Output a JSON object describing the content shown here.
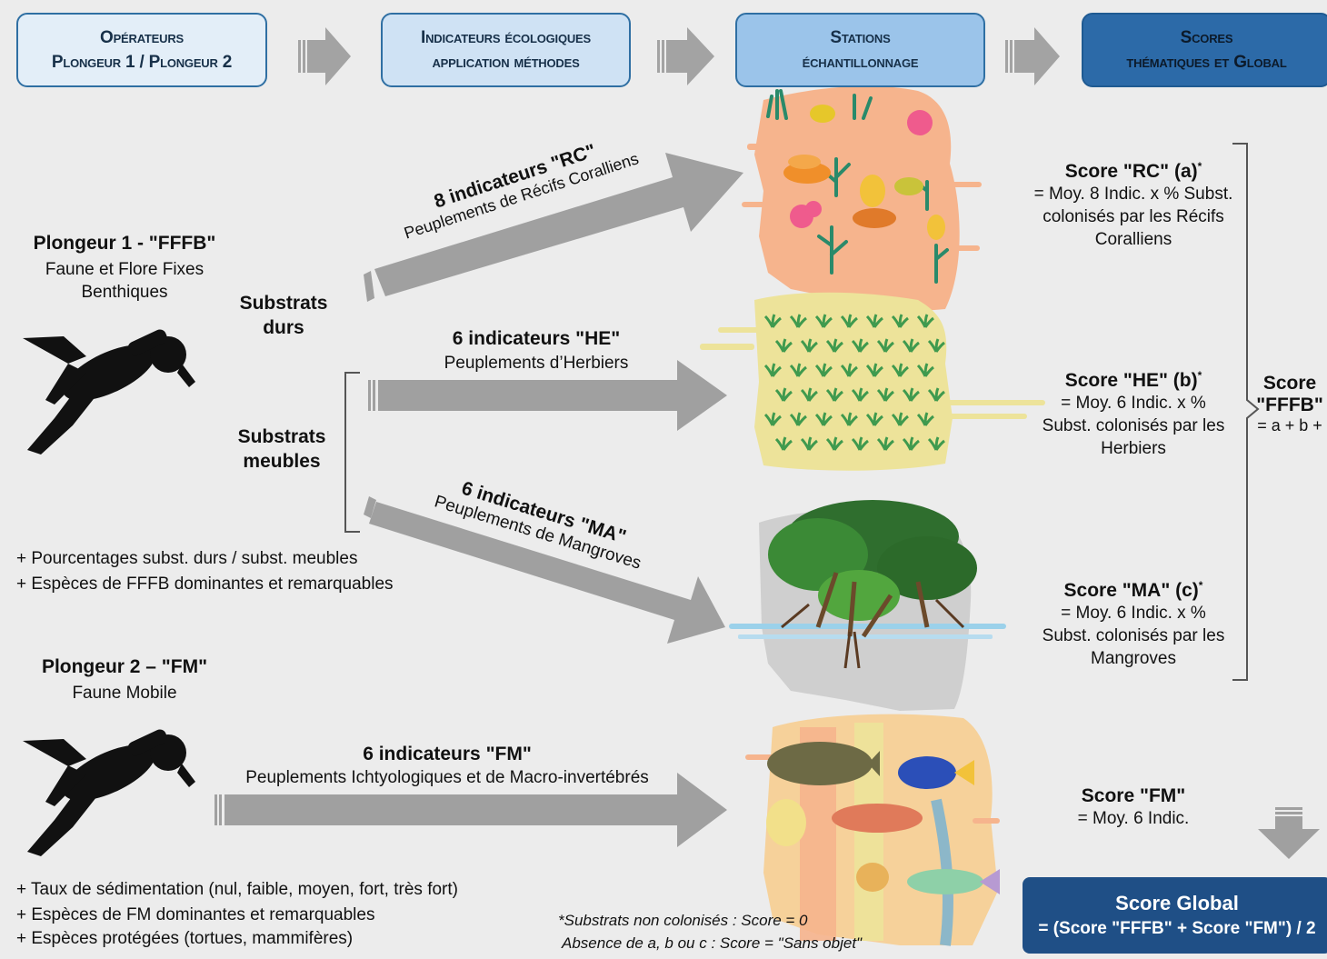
{
  "header": {
    "operateurs": {
      "line1": "Opérateurs",
      "line2": "Plongeur 1 / Plongeur 2"
    },
    "indicateurs": {
      "line1": "Indicateurs écologiques",
      "line2": "application méthodes"
    },
    "stations": {
      "line1": "Stations",
      "line2": "échantillonnage"
    },
    "scores": {
      "line1": "Scores",
      "line2": "thématiques et Global"
    }
  },
  "plongeur1": {
    "title": "Plongeur 1 - \"FFFB\"",
    "sub1": "Faune et Flore Fixes",
    "sub2": "Benthiques"
  },
  "substrats_durs": {
    "line1": "Substrats",
    "line2": "durs"
  },
  "substrats_meubles": {
    "line1": "Substrats",
    "line2": "meubles"
  },
  "notes1": [
    "+ Pourcentages subst. durs / subst. meubles",
    "+ Espèces de FFFB dominantes et remarquables"
  ],
  "plongeur2": {
    "title": "Plongeur 2 – \"FM\"",
    "sub": "Faune Mobile"
  },
  "notes2": [
    "+ Taux de sédimentation (nul, faible, moyen, fort, très fort)",
    "+ Espèces de FM dominantes et remarquables",
    "+ Espèces protégées (tortues, mammifères)"
  ],
  "arrows": {
    "rc": {
      "title": "8 indicateurs \"RC\"",
      "sub": "Peuplements de Récifs Coralliens"
    },
    "he": {
      "title": "6 indicateurs \"HE\"",
      "sub": "Peuplements d’Herbiers"
    },
    "ma": {
      "title": "6 indicateurs \"MA\"",
      "sub": "Peuplements de Mangroves"
    },
    "fm": {
      "title": "6 indicateurs \"FM\"",
      "sub": "Peuplements Ichtyologiques et de Macro-invertébrés"
    }
  },
  "scores": {
    "rc": {
      "title": "Score \"RC\" (a)",
      "star": "*",
      "l1": "= Moy. 8 Indic. x % Subst.",
      "l2": "colonisés par les Récifs",
      "l3": "Coralliens"
    },
    "he": {
      "title": "Score \"HE\" (b)",
      "star": "*",
      "l1": "= Moy. 6 Indic. x %",
      "l2": "Subst. colonisés par les",
      "l3": "Herbiers"
    },
    "ma": {
      "title": "Score \"MA\" (c)",
      "star": "*",
      "l1": "= Moy. 6 Indic. x %",
      "l2": "Subst. colonisés par les",
      "l3": "Mangroves"
    },
    "fm": {
      "title": "Score \"FM\"",
      "l1": "= Moy. 6 Indic."
    },
    "fffb": {
      "l1": "Score",
      "l2": "\"FFFB\"",
      "l3": "= a + b +"
    }
  },
  "footnote": {
    "l1": "*Substrats non colonisés : Score = 0",
    "l2": "Absence de a, b ou c : Score =  \"Sans objet\""
  },
  "global": {
    "title": "Score Global",
    "formula": "= (Score \"FFFB\" + Score \"FM\") / 2"
  },
  "colors": {
    "arrow": "#9e9e9e",
    "coral_bg": "#f6b48d",
    "herbier_bg": "#ede39a",
    "mangrove_bg": "#cfcfcf",
    "global_bg": "#1f4f86",
    "header_dark": "#2c6aa8"
  },
  "icons": [
    "diver-icon",
    "arrow-right-icon",
    "arrow-down-icon",
    "coral-icon",
    "seagrass-icon",
    "mangrove-tree-icon",
    "fish-icon"
  ]
}
